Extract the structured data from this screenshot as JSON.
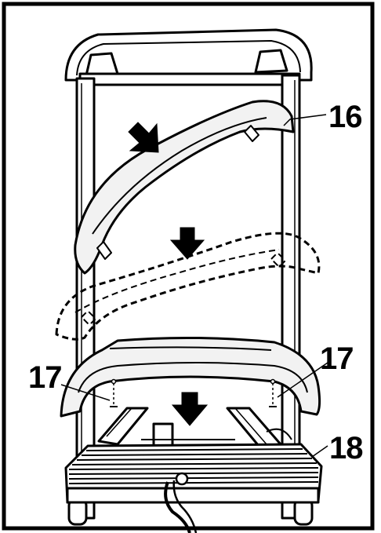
{
  "diagram": {
    "callouts": {
      "part_16": "16",
      "part_17_left": "17",
      "part_17_right": "17",
      "part_18": "18"
    },
    "colors": {
      "ink": "#000000",
      "paper": "#ffffff",
      "panel_fill": "#f2f2f2"
    }
  }
}
